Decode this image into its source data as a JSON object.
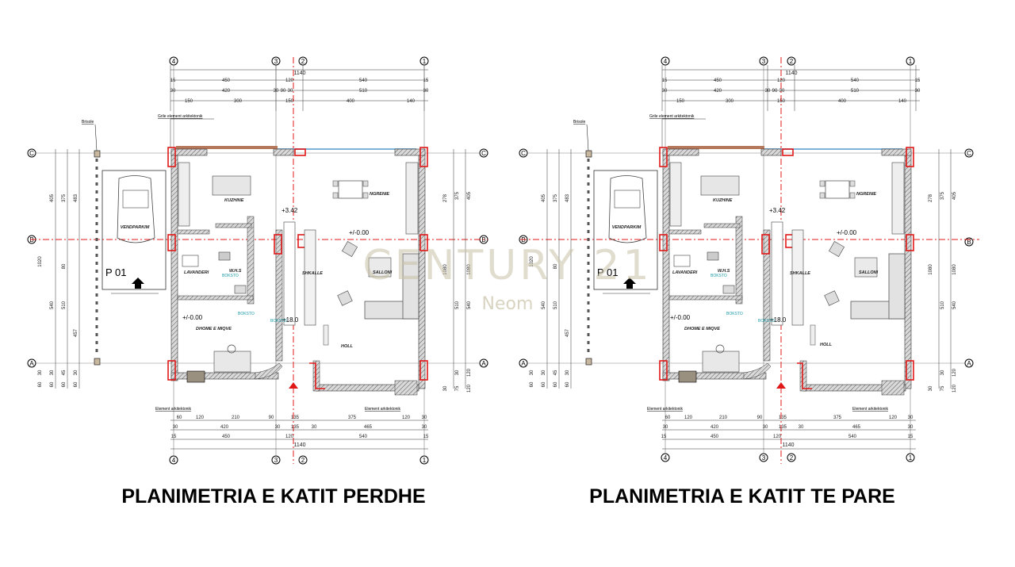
{
  "plans": [
    {
      "title": "PLANIMETRIA E KATIT PERDHE",
      "grid_top_labels": [
        "4",
        "3",
        "2",
        "1"
      ],
      "grid_side_labels": [
        "C",
        "B",
        "A"
      ],
      "dims_top": {
        "overall": "1140",
        "row1": [
          "15",
          "450",
          "120",
          "540",
          "15"
        ],
        "row2": [
          "30",
          "420",
          "30",
          "90",
          "30",
          "510",
          "30"
        ],
        "row3": [
          "150",
          "300",
          "150",
          "400",
          "140"
        ]
      },
      "dims_bottom": {
        "row1": [
          "60",
          "120",
          "210",
          "90",
          "135",
          "375",
          "120",
          "30"
        ],
        "row2": [
          "30",
          "420",
          "30",
          "135",
          "30",
          "465",
          "30"
        ],
        "row3": [
          "15",
          "450",
          "120",
          "540",
          "15"
        ],
        "overall": "1140"
      },
      "dims_left": [
        "405",
        "375",
        "483",
        "1020",
        "80",
        "540",
        "510",
        "457"
      ],
      "dims_left_small": [
        "60",
        "60",
        "60",
        "30",
        "30",
        "45",
        "30",
        "60"
      ],
      "dims_right": [
        "375",
        "405",
        "278",
        "1080",
        "1080",
        "510",
        "540",
        "120",
        "75",
        "30",
        "30",
        "120"
      ],
      "labels": {
        "brisole": "Brisole",
        "grille": "Grile element arkitektonik",
        "element_bottom_left": "Element arkitektonik",
        "element_bottom_right": "Element arkitektonik",
        "parking": "VENDPARKIM",
        "parking_code": "P 01",
        "kitchen": "KUZHINE",
        "dining": "NGRENIE",
        "laundry": "LAVANDERI",
        "wc": "W.H.S",
        "living": "SALLONI",
        "bedroom": "DHOME E MIQVE",
        "hall": "HOLL",
        "stairs": "SHKALLE",
        "level_upper": "+3.42",
        "level_zero": "+/-0.00",
        "level_zero2": "+/-0.00",
        "level_stair": "+18.0",
        "boxes": [
          "BOKSTO",
          "BOKSTO",
          "BOKSTO"
        ]
      }
    },
    {
      "title": "PLANIMETRIA E KATIT TE PARE",
      "grid_top_labels": [
        "4",
        "3",
        "2",
        "1"
      ],
      "grid_side_labels": [
        "C",
        "B",
        "A"
      ],
      "dims_top": {
        "overall": "1140",
        "row1": [
          "15",
          "450",
          "120",
          "540",
          "15"
        ],
        "row2": [
          "30",
          "420",
          "30",
          "90",
          "30",
          "510",
          "30"
        ],
        "row3": [
          "150",
          "300",
          "150",
          "400",
          "140"
        ]
      },
      "dims_bottom": {
        "row1": [
          "60",
          "120",
          "210",
          "90",
          "135",
          "375",
          "120",
          "30"
        ],
        "row2": [
          "30",
          "420",
          "30",
          "135",
          "30",
          "465",
          "30"
        ],
        "row3": [
          "15",
          "450",
          "120",
          "540",
          "15"
        ],
        "overall": "1140"
      },
      "dims_left": [
        "405",
        "375",
        "483",
        "1020",
        "80",
        "540",
        "510",
        "457"
      ],
      "dims_left_small": [
        "60",
        "60",
        "60",
        "30",
        "30",
        "45",
        "30",
        "60"
      ],
      "dims_right": [
        "375",
        "405",
        "278",
        "1080",
        "1080",
        "510",
        "540",
        "120",
        "75",
        "30",
        "30",
        "120"
      ],
      "labels": {
        "brisole": "Brisole",
        "grille": "Grile element arkitektonik",
        "element_bottom_left": "Element arkitektonik",
        "element_bottom_right": "Element arkitektonik",
        "parking": "VENDPARKIM",
        "parking_code": "P 01",
        "kitchen": "KUZHINE",
        "dining": "NGRENIE",
        "laundry": "LAVANDERI",
        "wc": "W.H.S",
        "living": "SALLONI",
        "bedroom": "DHOME E MIQVE",
        "hall": "HOLL",
        "stairs": "SHKALLE",
        "level_upper": "+3.42",
        "level_zero": "+/-0.00",
        "level_zero2": "+/-0.00",
        "level_stair": "+18.0",
        "boxes": [
          "BOKSTO",
          "BOKSTO",
          "BOKSTO"
        ]
      }
    }
  ],
  "watermark": {
    "brand": "CENTURY 21",
    "office": "Neom"
  },
  "colors": {
    "wall": "#555555",
    "hatch": "#8a8a8a",
    "axis_red": "#e01818",
    "teal_annotation": "#1a9aa8",
    "grille_brown": "#b5785a",
    "window_blue": "#7fb2d8"
  }
}
